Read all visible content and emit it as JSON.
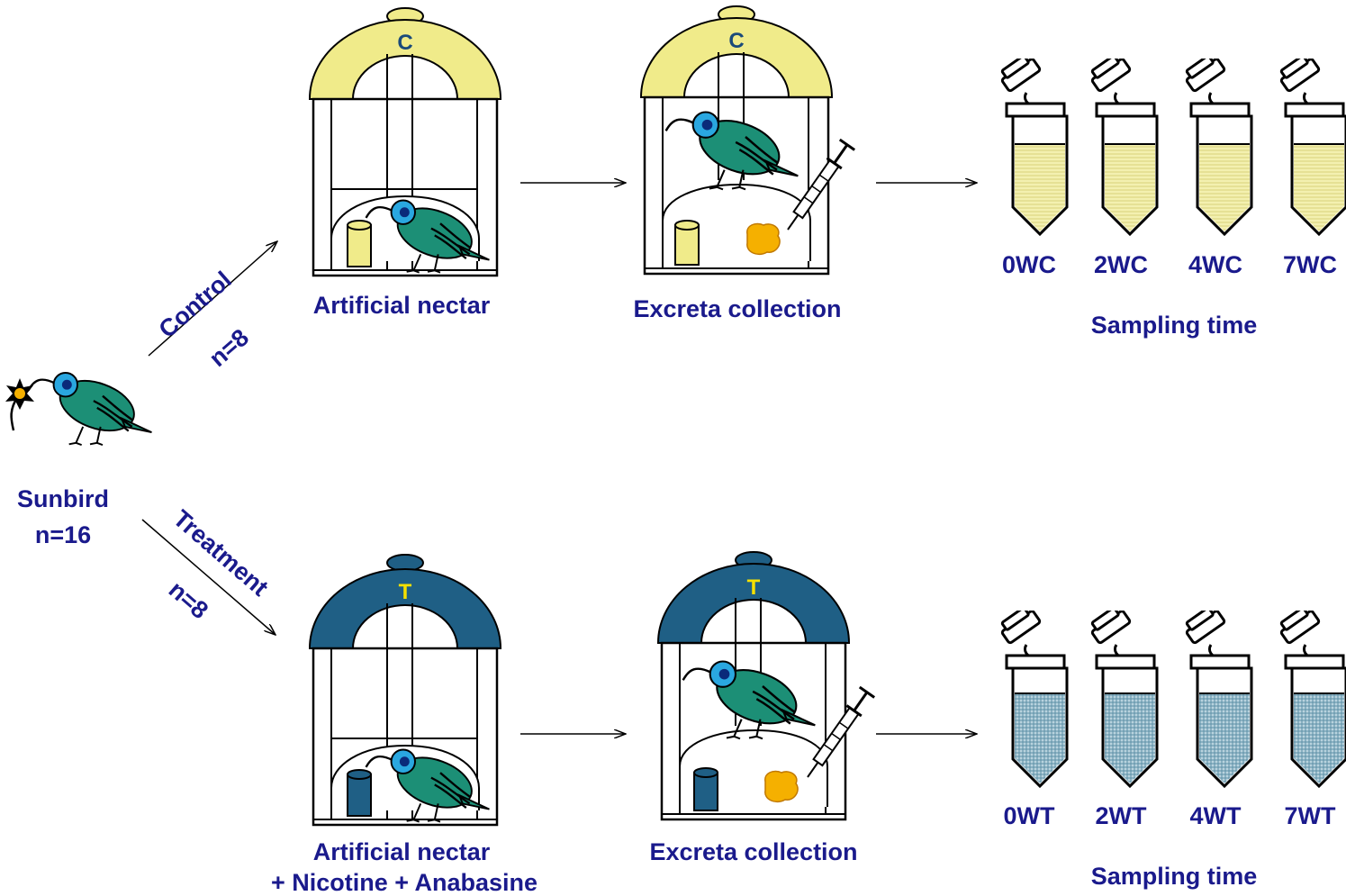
{
  "source": {
    "label": "Sunbird",
    "n": "n=16"
  },
  "branches": {
    "control": {
      "label": "Control",
      "n": "n=8",
      "cage_letter": "C"
    },
    "treatment": {
      "label": "Treatment",
      "n": "n=8",
      "cage_letter": "T"
    }
  },
  "steps": {
    "control_feed": "Artificial nectar",
    "control_collect": "Excreta collection",
    "treatment_feed_line1": "Artificial nectar",
    "treatment_feed_line2": "+ Nicotine + Anabasine",
    "treatment_collect": "Excreta collection"
  },
  "sampling": {
    "title": "Sampling time",
    "control_tubes": [
      "0WC",
      "2WC",
      "4WC",
      "7WC"
    ],
    "treatment_tubes": [
      "0WT",
      "2WT",
      "4WT",
      "7WT"
    ]
  },
  "colors": {
    "label_text": "#1a1a8c",
    "control_cage": "#f0eb8a",
    "treatment_cage": "#1f5f85",
    "control_fill": "#ece8a0",
    "treatment_fill": "#a8c6d4",
    "bird_body": "#1c8f76",
    "bird_eye": "#2aa7e0",
    "excreta": "#f5b000"
  }
}
